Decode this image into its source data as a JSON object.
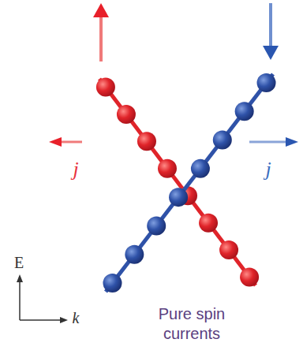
{
  "diagram": {
    "labels": [
      "j",
      "j",
      "E",
      "k",
      "Pure spin currents"
    ]
  }
}
